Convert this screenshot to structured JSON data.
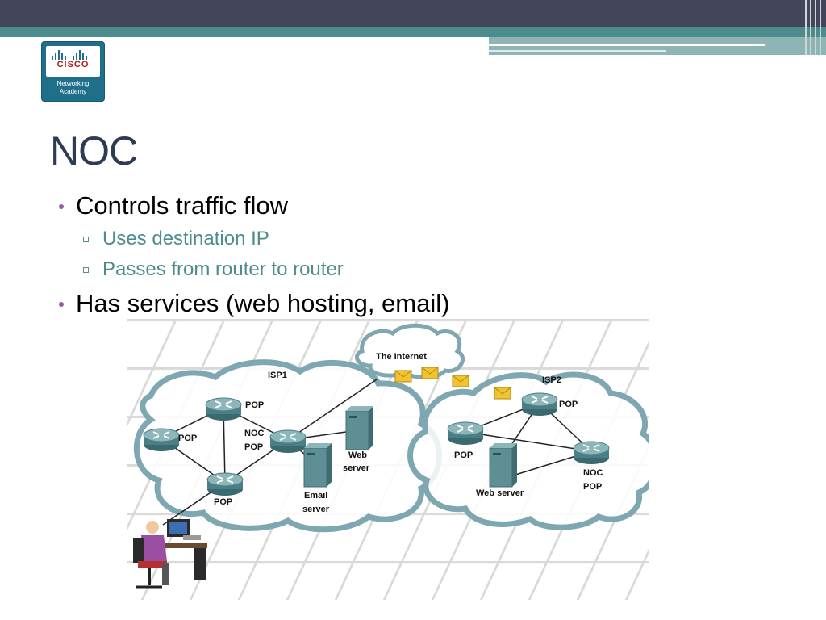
{
  "logo": {
    "brand": "CISCO",
    "line1": "Networking",
    "line2": "Academy"
  },
  "slide": {
    "title": "NOC",
    "bullets": [
      {
        "text": "Controls traffic flow",
        "sub": [
          "Uses destination IP",
          "Passes from router to router"
        ]
      },
      {
        "text": "Has services (web hosting, email)"
      }
    ]
  },
  "diagram": {
    "internet_label": "The Internet",
    "isp1": {
      "label": "ISP1",
      "pop_top": "POP",
      "pop_left": "POP",
      "pop_bottom": "POP",
      "noc_line1": "NOC",
      "noc_line2": "POP",
      "web_line1": "Web",
      "web_line2": "server",
      "email_line1": "Email",
      "email_line2": "server"
    },
    "isp2": {
      "label": "ISP2",
      "pop_top": "POP",
      "pop_left": "POP",
      "web": "Web server",
      "noc_line1": "NOC",
      "noc_line2": "POP"
    },
    "colors": {
      "cloud_fill": "#ffffff",
      "cloud_stroke": "#7fa7b2",
      "router": "#4b7f86",
      "server": "#5d8f94",
      "envelope": "#f2c230",
      "person_shirt": "#9b4fa3"
    }
  }
}
